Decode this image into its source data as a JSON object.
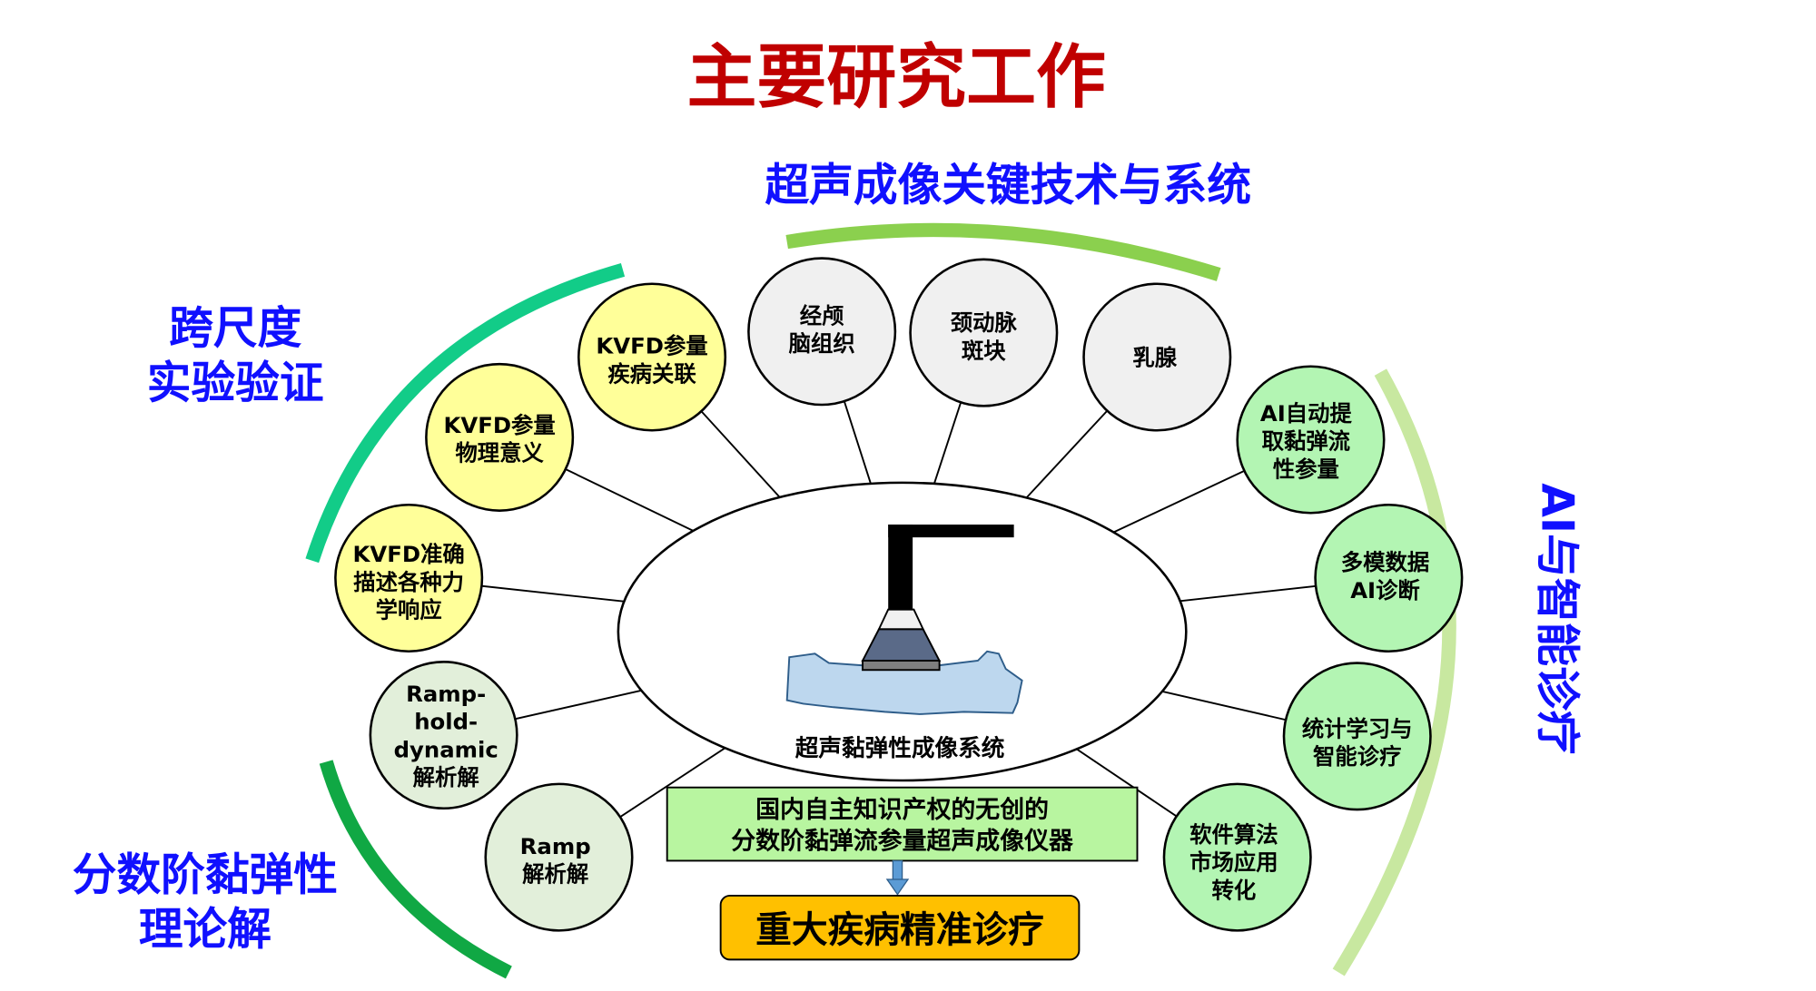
{
  "title": "主要研究工作",
  "section_labels": {
    "top": "超声成像关键技术与系统",
    "left_top": [
      "跨尺度",
      "实验验证"
    ],
    "left_bottom": [
      "分数阶黏弹性",
      "理论解"
    ],
    "right": "AI与智能诊疗"
  },
  "center": {
    "label": "超声黏弹性成像系统"
  },
  "nodes": {
    "yellow": [
      {
        "lines": [
          "KVFD参量",
          "疾病关联"
        ]
      },
      {
        "lines": [
          "KVFD参量",
          "物理意义"
        ]
      },
      {
        "lines": [
          "KVFD准确",
          "描述各种力",
          "学响应"
        ]
      }
    ],
    "gray": [
      {
        "lines": [
          "经颅",
          "脑组织"
        ]
      },
      {
        "lines": [
          "颈动脉",
          "斑块"
        ]
      },
      {
        "lines": [
          "乳腺"
        ]
      }
    ],
    "green": [
      {
        "lines": [
          "AI自动提",
          "取黏弹流",
          "性参量"
        ]
      },
      {
        "lines": [
          "多模数据",
          "AI诊断"
        ]
      },
      {
        "lines": [
          "统计学习与",
          "智能诊疗"
        ]
      },
      {
        "lines": [
          "软件算法",
          "市场应用",
          "转化"
        ]
      }
    ],
    "theory": [
      {
        "lines": [
          "Ramp-",
          "hold-",
          "dynamic",
          "解析解"
        ]
      },
      {
        "lines": [
          "Ramp",
          "解析解"
        ]
      }
    ]
  },
  "instrument_box": [
    "国内自主知识产权的无创的",
    "分数阶黏弹流参量超声成像仪器"
  ],
  "outcome_box": "重大疾病精准诊疗",
  "colors": {
    "title": "#c00000",
    "section": "#1010ff",
    "yellow": "#ffff99",
    "gray": "#f0f0f0",
    "green": "#b3f5b3",
    "theory": "#e2efda",
    "instrument": "#b8f5a0",
    "outcome": "#ffc000"
  }
}
